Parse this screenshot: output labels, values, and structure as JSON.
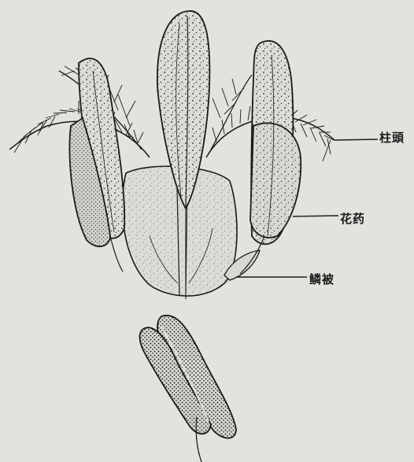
{
  "labels": {
    "stigma": "柱頭",
    "anther": "花药",
    "lodicule": "鳞被"
  },
  "colors": {
    "paper": "#e3e2de",
    "ink": "#1a1a1a",
    "fill": "#d8d7d2"
  }
}
